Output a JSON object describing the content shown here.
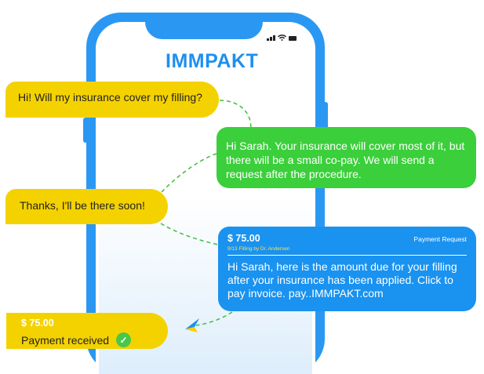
{
  "app": {
    "brand": "IMMPAKT"
  },
  "messages": {
    "m1": "Hi! Will my insurance cover my filling?",
    "m2": "Hi Sarah. Your insurance will cover most of it, but there will be a small co-pay. We will send a request after the procedure.",
    "m3": "Thanks, I'll be there soon!",
    "payment_request": {
      "amount": "$ 75.00",
      "label": "Payment Request",
      "sub": "9/13 Filling by Dr. Andersen",
      "body": "Hi Sarah, here is the amount due for your filling after your insurance has been applied. Click to pay invoice. pay..IMMPAKT.com"
    },
    "payment_received": {
      "amount": "$ 75.00",
      "status": "Payment received"
    }
  },
  "colors": {
    "phone": "#2a98f2",
    "brand": "#1f8ff0",
    "yellow_bubble": "#f4d200",
    "green_bubble": "#3bcf3b",
    "blue_bubble": "#1a92f0",
    "connector": "#3bbf3b",
    "check": "#48c74a"
  },
  "icons": {
    "status": [
      "signal-icon",
      "wifi-icon",
      "battery-icon"
    ],
    "check": "check-icon",
    "send": "send-arrow-icon"
  }
}
